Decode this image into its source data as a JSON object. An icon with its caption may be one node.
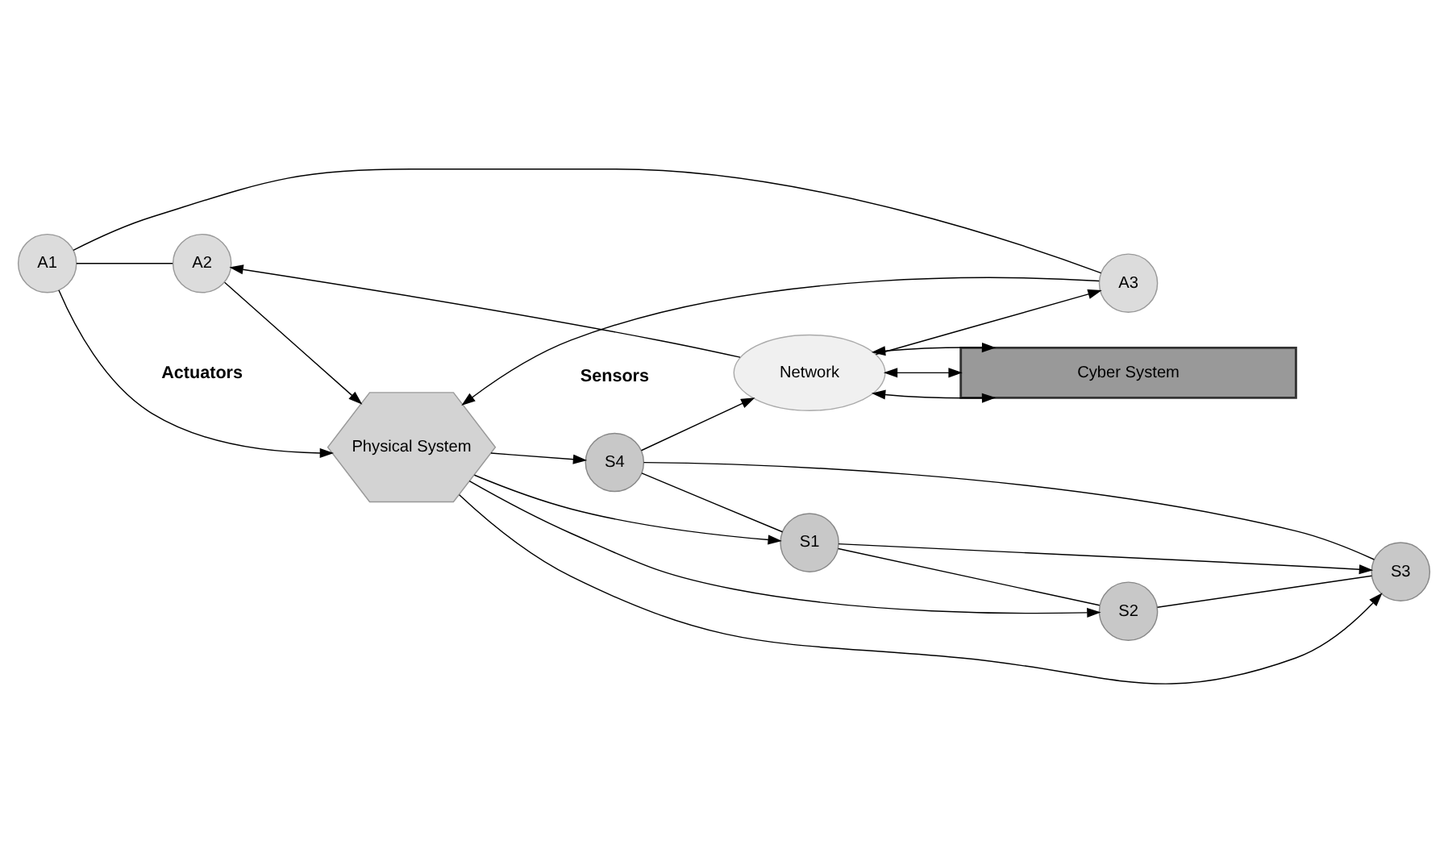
{
  "diagram": {
    "nodes": [
      {
        "text": [
          "A1"
        ]
      },
      {
        "text": [
          "A2"
        ]
      },
      {
        "text": [
          "A3"
        ]
      },
      {
        "text": [
          "Physical System"
        ]
      },
      {
        "text": [
          "S1"
        ]
      },
      {
        "text": [
          "S2"
        ]
      },
      {
        "text": [
          "S3"
        ]
      },
      {
        "text": [
          "S4"
        ]
      },
      {
        "text": [
          "Network"
        ]
      },
      {
        "text": [
          "Cyber System"
        ]
      }
    ],
    "edges": [
      {
        "from": 0,
        "to": 1,
        "arrow": "none"
      },
      {
        "from": 0,
        "to": 2,
        "arrow": "none"
      },
      {
        "from": 0,
        "to": 3,
        "arrow": "to"
      },
      {
        "from": 1,
        "to": 3,
        "arrow": "to"
      },
      {
        "from": 2,
        "to": 3,
        "arrow": "to"
      },
      {
        "from": 3,
        "to": 4,
        "arrow": "to"
      },
      {
        "from": 3,
        "to": 5,
        "arrow": "to"
      },
      {
        "from": 3,
        "to": 6,
        "arrow": "to"
      },
      {
        "from": 3,
        "to": 7,
        "arrow": "to"
      },
      {
        "from": 4,
        "to": 5,
        "arrow": "none"
      },
      {
        "from": 4,
        "to": 6,
        "arrow": "to"
      },
      {
        "from": 7,
        "to": 4,
        "arrow": "none"
      },
      {
        "from": 7,
        "to": 6,
        "arrow": "none"
      },
      {
        "from": 5,
        "to": 6,
        "arrow": "none"
      },
      {
        "from": 8,
        "to": 2,
        "arrow": "to"
      },
      {
        "from": 8,
        "to": 1,
        "arrow": "to"
      },
      {
        "from": 7,
        "to": 8,
        "arrow": "to"
      },
      {
        "from": 8,
        "to": 9,
        "arrow": "both"
      },
      {
        "from": 8,
        "to": 9,
        "arrow": "both"
      },
      {
        "from": 8,
        "to": 9,
        "arrow": "both"
      }
    ],
    "labels": [
      "Actuators",
      "Sensors"
    ]
  }
}
